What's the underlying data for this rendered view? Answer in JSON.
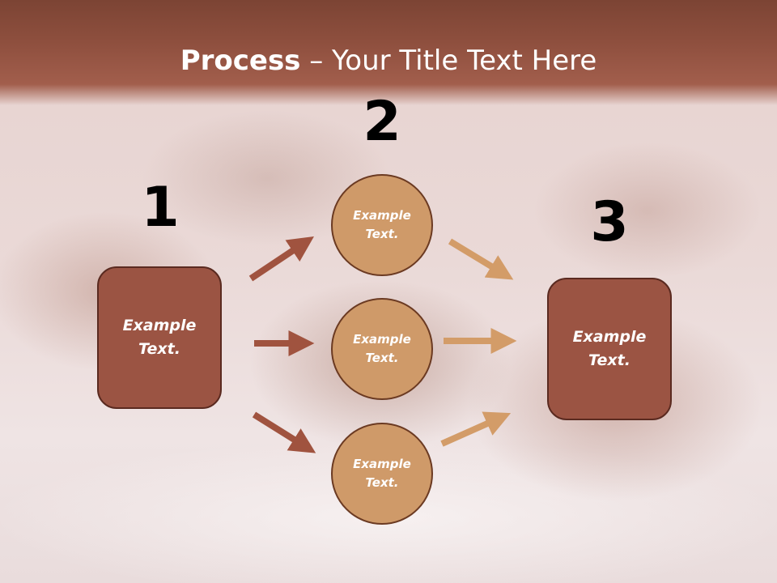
{
  "slide": {
    "title_bold": "Process",
    "title_rest": " – Your Title Text Here"
  },
  "steps": {
    "num1": "1",
    "num2": "2",
    "num3": "3"
  },
  "boxes": {
    "left": "Example Text.",
    "right": "Example Text."
  },
  "circles": [
    "Example Text.",
    "Example Text.",
    "Example Text."
  ],
  "colors": {
    "header": "#8e4f3e",
    "box": "#9b5443",
    "circle": "#cf9a69",
    "arrow_dark": "#a0533f",
    "arrow_light": "#d39c68"
  }
}
